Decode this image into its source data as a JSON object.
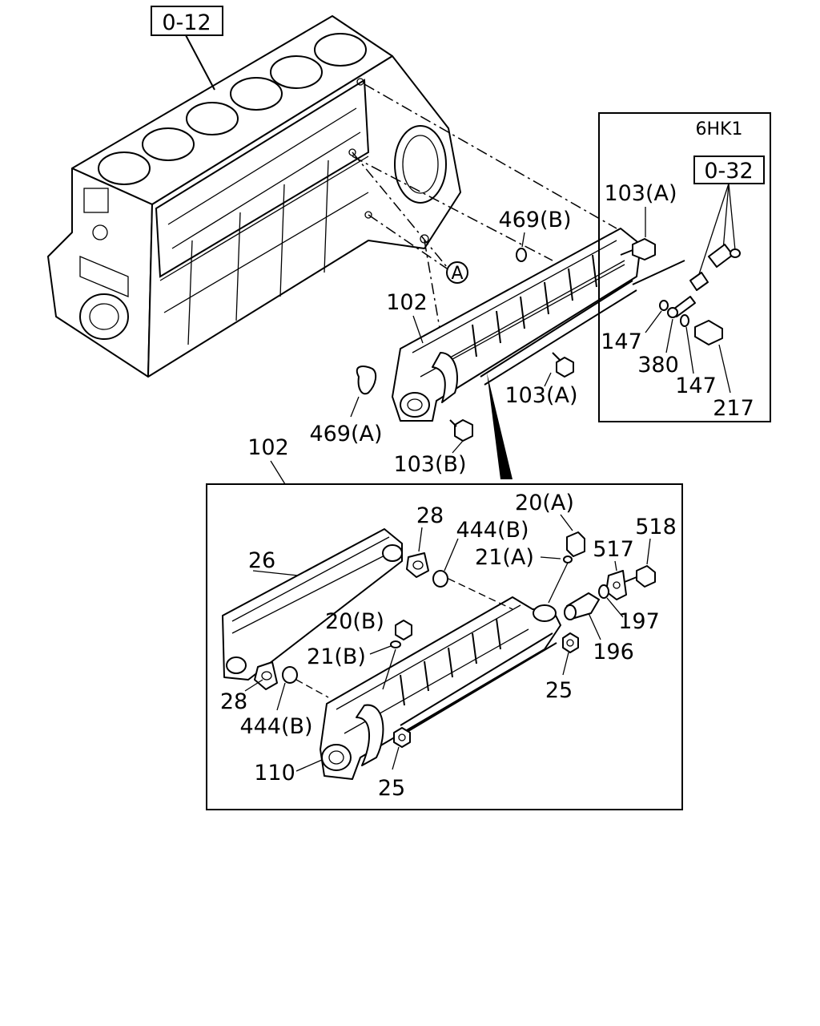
{
  "refs": {
    "ref_block": "0-12",
    "ref_fuel": "0-32",
    "engine_variant": "6HK1"
  },
  "labels": {
    "l_469b": "469(B)",
    "l_103a_top": "103(A)",
    "l_102_top": "102",
    "l_103a_mid": "103(A)",
    "l_469a": "469(A)",
    "l_103b": "103(B)",
    "l_147_a": "147",
    "l_380": "380",
    "l_147_b": "147",
    "l_217": "217",
    "l_a_marker": "A",
    "l_102_detail": "102",
    "l_28_top": "28",
    "l_444b_top": "444(B)",
    "l_20a": "20(A)",
    "l_21a": "21(A)",
    "l_518": "518",
    "l_517": "517",
    "l_26": "26",
    "l_20b": "20(B)",
    "l_21b": "21(B)",
    "l_197": "197",
    "l_196": "196",
    "l_25_right": "25",
    "l_28_bottom": "28",
    "l_444b_bottom": "444(B)",
    "l_110": "110",
    "l_25_bottom": "25"
  }
}
